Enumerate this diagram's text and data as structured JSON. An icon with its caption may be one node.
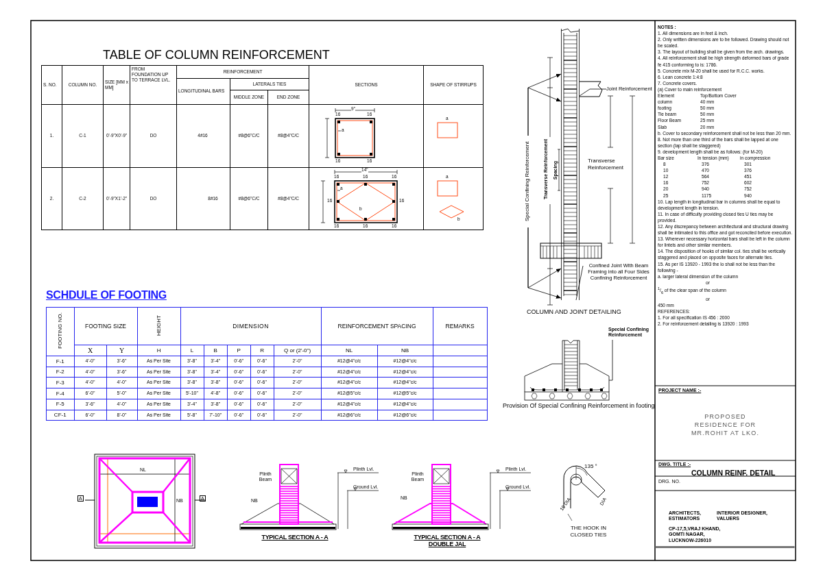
{
  "diagram": {
    "nodes": [
      {
        "text": [],
        "shape": "picture"
      },
      {
        "text": [
          "Joint Reinforcement"
        ]
      },
      {
        "text": [
          "Confined Joint With Beam Framing into all Four Sides Confining Reinforcement"
        ]
      },
      {
        "text": [
          "Special Confining Reinforcement"
        ]
      },
      {
        "text": [],
        "shape": "picture",
        "beside": [
          "Provision Of Special Confining Reinforcement in footing"
        ]
      },
      {
        "text": [
          "Special Confining Reinforcement"
        ]
      }
    ],
    "edges": [
      {
        "from": 1,
        "to": 0,
        "arrow": "none"
      },
      {
        "from": 2,
        "to": 0,
        "arrow": "none"
      },
      {
        "from": 3,
        "to": 0,
        "arrow": "to"
      },
      {
        "from": 3,
        "to": 0,
        "arrow": "to"
      },
      {
        "from": 3,
        "to": 0,
        "arrow": "to"
      },
      {
        "from": 3,
        "to": 0,
        "arrow": "to"
      },
      {
        "from": 5,
        "to": 4,
        "arrow": "none"
      }
    ],
    "labels": [
      "TABLE OF COLUMN REINFORCEMENT",
      "S. NO.",
      "COLUMN NO.",
      "SIZE [MM x MM]",
      "FROM FOUNDATION UP TO TERRACE LVL.",
      "REINFORCEMENT",
      "SECTIONS",
      "SHAPE OF STIRRUPS",
      "LONGITUDINAL BARS",
      "LATERALS TIES",
      "MIDDLE ZONE",
      "END ZONE",
      "1.",
      "C-1",
      "0'-9\"X0'-9\"",
      "DO",
      "4#16",
      "#8@6\"C/C",
      "#8@4\"C/C",
      "9\"",
      "16",
      "16",
      "a",
      "16",
      "16",
      "a",
      "2.",
      "C-2",
      "0'-9\"X1'-2\"",
      "DO",
      "8#16",
      "#8@6\"C/C",
      "#8@4\"C/C",
      "14\"",
      "16",
      "16",
      "16",
      "a",
      "16",
      "16",
      "b",
      "16",
      "16",
      "16",
      "a",
      "b",
      "SCHDULE OF FOOTING",
      "FOOTING NO.",
      "FOOTING SIZE",
      "HEIGHT",
      "DIMENSION",
      "REINFORCEMENT SPACING",
      "REMARKS",
      "X",
      "Y",
      "H",
      "L",
      "B",
      "P",
      "R",
      "Q or (2'-0\")",
      "NL",
      "NB",
      "F-1",
      "4'-0\"",
      "3'-6\"",
      "As Per Site",
      "3'-8\"",
      "3'-4\"",
      "0'-6\"",
      "0'-6\"",
      "2'-0\"",
      "#12@4\"c/c",
      "#12@4\"c/c",
      "F-2",
      "4'-0\"",
      "3'-6\"",
      "As Per Site",
      "3'-8\"",
      "3'-4\"",
      "0'-6\"",
      "0'-6\"",
      "2'-0\"",
      "#12@4\"c/c",
      "#12@4\"c/c",
      "F-3",
      "4'-0\"",
      "4'-0\"",
      "As Per Site",
      "3'-8\"",
      "3'-8\"",
      "0'-6\"",
      "0'-6\"",
      "2'-0\"",
      "#12@4\"c/c",
      "#12@4\"c/c",
      "F-4",
      "6'-0\"",
      "5'-0\"",
      "As Per Site",
      "5'-10\"",
      "4'-8\"",
      "0'-6\"",
      "0'-6\"",
      "2'-0\"",
      "#12@5\"c/c",
      "#12@5\"c/c",
      "F-5",
      "3'-6\"",
      "4'-0\"",
      "As Per Site",
      "3'-4\"",
      "3'-8\"",
      "0'-6\"",
      "0'-6\"",
      "2'-0\"",
      "#12@4\"c/c",
      "#12@4\"c/c",
      "CF-1",
      "6'-0\"",
      "8'-0\"",
      "As Per Site",
      "5'-8\"",
      "7'-10\"",
      "0'-6\"",
      "0'-6\"",
      "2'-0\"",
      "#12@6\"c/c",
      "#12@6\"c/c",
      "Transverse Reinforcement",
      "Spacing",
      "Transverse Reinforcement",
      "COLUMN AND JOINT DETAILING",
      "A",
      "NL",
      "NB",
      "A",
      "Plinth Beam",
      "NB",
      "Plinth Lvl.",
      "Ground Lvl.",
      "TYPICAL SECTION A - A",
      "Plinth Beam",
      "NB",
      "Plinth Lvl.",
      "Ground Lvl.",
      "TYPICAL SECTION A - A DOUBLE JAL",
      "135 °",
      "10 DIA",
      "DIA",
      "THE HOOK IN CLOSED TIES",
      "NOTES :",
      "1. All dimensions are in feet & inch.",
      "2. Only written dimensions are to be followed. Drawing should not be scaled.",
      "3. The layout of building shall be given from the arch. drawings.",
      "4. All reinforcement shall be high strength deformed bars of grade fe 415 conforming to is: 1786.",
      "5. Concrete mix M-20 shall be used for R.C.C. works.",
      "6. Lean concrete 1:4:8",
      "7. Concrete covers.",
      "(a) Cover to main reinforcement",
      "Element",
      "Top/Bottom Cover",
      "column",
      "40 mm",
      "footing",
      "50 mm",
      "Tie beam",
      "50 mm",
      "Floor Beam",
      "25 mm",
      "Slab",
      "20 mm",
      "b. Cover to secondary reinforcement shall not be less than 20 mm.",
      "8. Not more than one third of the bars shall be lapped at one section (lap shall be staggered)",
      "9. development length shall be as follows: (for M-20)",
      "Bar size",
      "In tension (mm)",
      "in compression",
      "8",
      "376",
      "301",
      "10",
      "470",
      "376",
      "12",
      "564",
      "451",
      "16",
      "752",
      "602",
      "20",
      "940",
      "752",
      "25",
      "1175",
      "940",
      "10. Lap length in longitudinal bar in columns shall be equal to development length in tension.",
      "11. In case of difficulty providing closed ties U ties may be provided.",
      "12. Any discrepancy between architectural and structural drawing shall be intimated to this office and got reconciled before execution.",
      "13. Wherever necessary horizontal bars shall be left in the column for lintels and other similar members.",
      "14. The disposition of hooks of similar col. ties shall be vertically staggered and placed on opposite faces for alternate ties.",
      "15. As per IS 13920 - 1993 the lo shall not be less than the following -",
      "a. larger lateral dimension of the column",
      "or",
      "$^{1}$/$_{6}$ of the clear span of the column",
      "or",
      "450 mm",
      "REFERENCES:",
      "1. For all specification IS 456 : 2000",
      "2. For reinforcement detailing is 13920 : 1993",
      "PROJECT NAME :-",
      "PROPOSED RESIDENCE FOR MR.ROHIT AT LKO.",
      "DWG. TITLE :-",
      "COLUMN REINF. DETAIL",
      "DRG. NO.",
      "ARCHITECTS, ESTIMATORS",
      "INTERIOR DESIGNER, VALUERS",
      "CP-17,5,VRAJ KHAND, GOMTI NAGAR, LUCKNOW-226010"
    ]
  }
}
